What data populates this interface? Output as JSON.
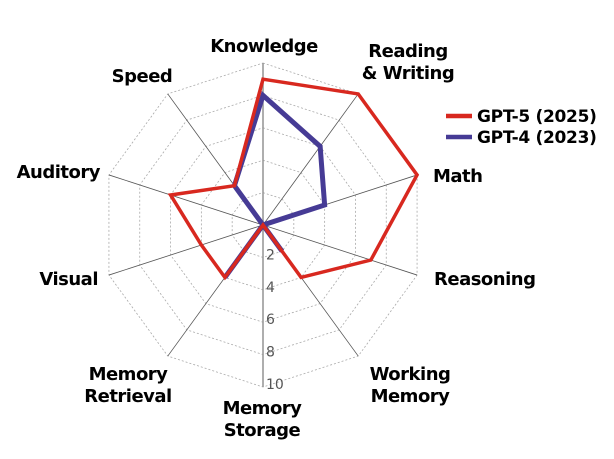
{
  "chart_data": {
    "type": "radar",
    "axes": [
      "Knowledge",
      "Reading & Writing",
      "Math",
      "Reasoning",
      "Working Memory",
      "Memory Storage",
      "Memory Retrieval",
      "Visual",
      "Auditory",
      "Speed"
    ],
    "axis_label_lines": [
      [
        "Knowledge"
      ],
      [
        "Reading",
        "& Writing"
      ],
      [
        "Math"
      ],
      [
        "Reasoning"
      ],
      [
        "Working",
        "Memory"
      ],
      [
        "Memory",
        "Storage"
      ],
      [
        "Memory",
        "Retrieval"
      ],
      [
        "Visual"
      ],
      [
        "Auditory"
      ],
      [
        "Speed"
      ]
    ],
    "rlim": [
      0,
      10
    ],
    "rticks": [
      2,
      4,
      6,
      8,
      10
    ],
    "series": [
      {
        "name": "GPT-5 (2025)",
        "color": "#d8281f",
        "values": [
          9,
          10,
          10,
          7,
          4,
          0,
          4,
          4,
          6,
          3
        ]
      },
      {
        "name": "GPT-4 (2023)",
        "color": "#463b95",
        "values": [
          8,
          6,
          4,
          0,
          2,
          0,
          4,
          0,
          0,
          3
        ]
      }
    ],
    "legend_position": "right"
  }
}
